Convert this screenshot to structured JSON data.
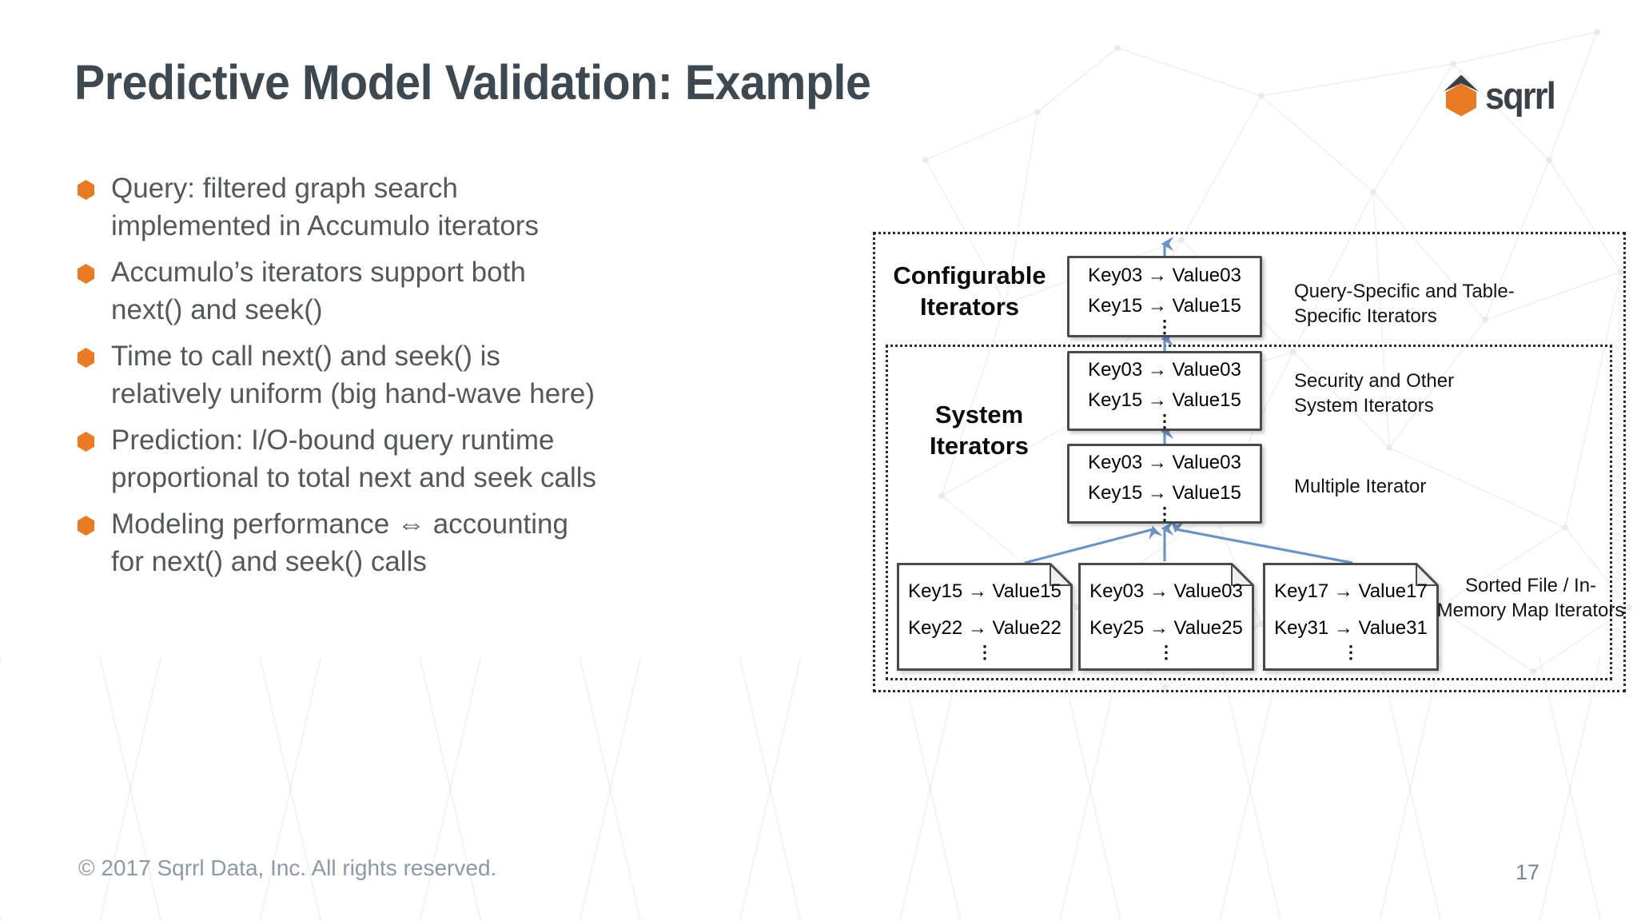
{
  "slide": {
    "title": "Predictive Model Validation: Example",
    "footer": "© 2017 Sqrrl Data, Inc. All rights reserved.",
    "page_number": "17"
  },
  "logo": {
    "text": "sqrrl"
  },
  "bullets": [
    {
      "line1": "Query: filtered graph search",
      "line2": "implemented in Accumulo iterators"
    },
    {
      "line1": "Accumulo’s iterators support both",
      "line2": "next() and seek()"
    },
    {
      "line1": "Time to call next() and seek() is",
      "line2": "relatively uniform (big hand-wave here)"
    },
    {
      "line1": "Prediction: I/O-bound query runtime",
      "line2": "proportional to total next and seek calls"
    },
    {
      "line1": "Modeling performance ⇔ accounting",
      "line2": "for next() and seek() calls"
    }
  ],
  "diagram": {
    "configurable_label": {
      "line1": "Configurable",
      "line2": "Iterators"
    },
    "system_label": {
      "line1": "System",
      "line2": "Iterators"
    },
    "dots": "⋮",
    "stack_boxes": [
      {
        "rows": [
          "Key03 → Value03",
          "Key15 → Value15"
        ]
      },
      {
        "rows": [
          "Key03 → Value03",
          "Key15 → Value15"
        ]
      },
      {
        "rows": [
          "Key03 → Value03",
          "Key15 → Value15"
        ]
      }
    ],
    "source_boxes": [
      {
        "rows": [
          "Key15 → Value15",
          "Key22 → Value22"
        ]
      },
      {
        "rows": [
          "Key03 → Value03",
          "Key25 → Value25"
        ]
      },
      {
        "rows": [
          "Key17 → Value17",
          "Key31 → Value31"
        ]
      }
    ],
    "side_labels": {
      "query_specific": "Query-Specific and Table-Specific Iterators",
      "security": "Security and Other System Iterators",
      "multiple": "Multiple Iterator",
      "sorted_file": "Sorted File / In-Memory Map Iterators"
    }
  },
  "colors": {
    "accent_orange": "#e87a24",
    "title_text": "#3e4851",
    "body_text": "#54585c",
    "arrow_blue": "#6b94c4",
    "footer_text": "#8d99a6"
  }
}
